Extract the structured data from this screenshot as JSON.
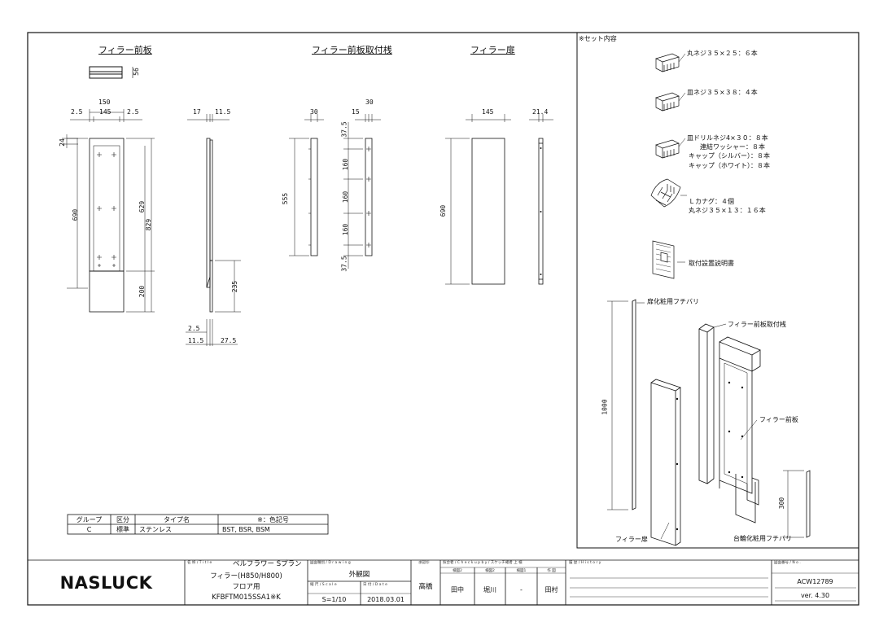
{
  "views": {
    "front_panel": {
      "title": "フィラー前板"
    },
    "mount_rail": {
      "title": "フィラー前板取付桟"
    },
    "door": {
      "title": "フィラー扉"
    }
  },
  "dimensions": {
    "d56": "56",
    "d150": "150",
    "d2_5a": "2.5",
    "d145a": "145",
    "d2_5b": "2.5",
    "d24": "24",
    "d690a": "690",
    "d629": "629",
    "d829": "829",
    "d200": "200",
    "d17": "17",
    "d11_5a": "11.5",
    "d235": "235",
    "d2_5c": "2.5",
    "d11_5b": "11.5",
    "d27_5": "27.5",
    "d30a": "30",
    "d15": "15",
    "d30b": "30",
    "d555": "555",
    "d37_5a": "37.5",
    "d160a": "160",
    "d160b": "160",
    "d160c": "160",
    "d37_5b": "37.5",
    "d145b": "145",
    "d21_4": "21.4",
    "d690b": "690",
    "d1000": "1000",
    "d300": "300"
  },
  "set_contents": {
    "heading": "※セット内容",
    "item1": "丸ネジ３５×２５：６本",
    "item2": "皿ネジ３５×３８：４本",
    "item3": [
      "皿ドリルネジ4×３０：８本",
      "連結ワッシャー：８本",
      "キャップ（シルバー）：８本",
      "キャップ（ホワイト）：８本"
    ],
    "item4": [
      "Ｌカナグ：４個",
      "丸ネジ３５×１３：１６本"
    ],
    "item5": "取付設置説明書",
    "iso_labels": {
      "strip_top": "扉化粧用フチバリ",
      "rail": "フィラー前板取付桟",
      "panel": "フィラー前板",
      "door": "フィラー扉",
      "strip_base": "台輪化粧用フチバリ"
    }
  },
  "spec_table": {
    "headers": [
      "グループ",
      "区分",
      "タイプ名",
      "※：色記号"
    ],
    "row": [
      "C",
      "標準",
      "ステンレス",
      "BST, BSR, BSM"
    ]
  },
  "title_block": {
    "logo": "NASLUCK",
    "title_label": "名 称 / T i t l e",
    "title_line1": "ベルフラワー Sプラン",
    "title_line2": "フィラー(H850/H800)",
    "title_line3": "フロア用",
    "title_line4": "KFBFTM015SSA1※K",
    "drawing_label": "図面種別 / D r a w i n g",
    "drawing_value": "外観図",
    "scale_label": "縮 尺 / S c a l e",
    "scale_value": "S=1/10",
    "date_label": "日 付 / D a t e",
    "date_value": "2018.03.01",
    "approver_label": "承認印",
    "approver_value": "高橋",
    "check_label": "照合者 / C h e c k  u p  b y  / スケッチ確者 上 検",
    "check_cols": [
      "検図2",
      "検図2",
      "検図1",
      "作 図"
    ],
    "check_values": [
      "田中",
      "堀川",
      "-",
      "田村"
    ],
    "history_label": "履 歴 / H i s t o r y",
    "no_label": "図面番号 / N o .",
    "no_value": "ACW12789",
    "version": "ver. 4.30"
  }
}
